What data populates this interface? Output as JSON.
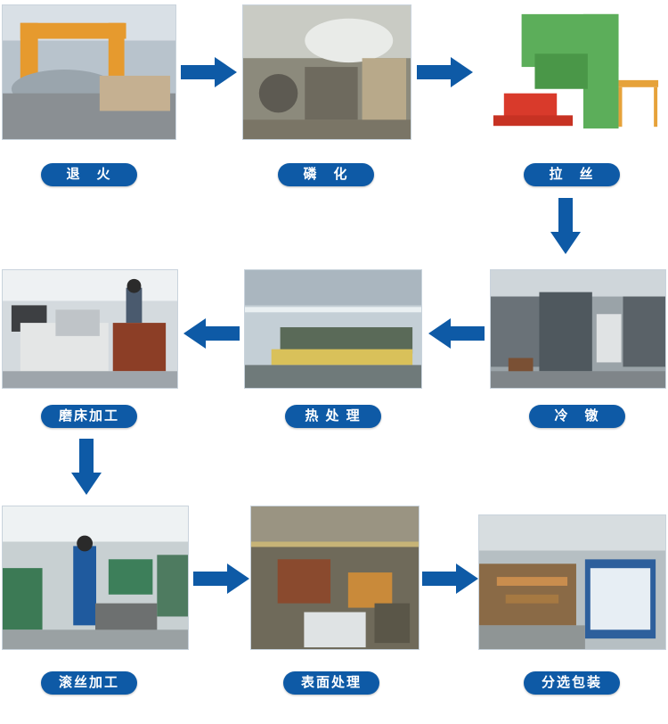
{
  "steps": {
    "annealing": "退　火",
    "phosphating": "磷　化",
    "wire_drawing": "拉　丝",
    "cold_heading": "冷　镦",
    "heat_treatment": "热 处 理",
    "grinding": "磨床加工",
    "thread_rolling": "滚丝加工",
    "surface_treatment": "表面处理",
    "sorting_packaging": "分选包装"
  },
  "colors": {
    "accent": "#0e5aa6",
    "arrow": "#0e5aa6"
  }
}
